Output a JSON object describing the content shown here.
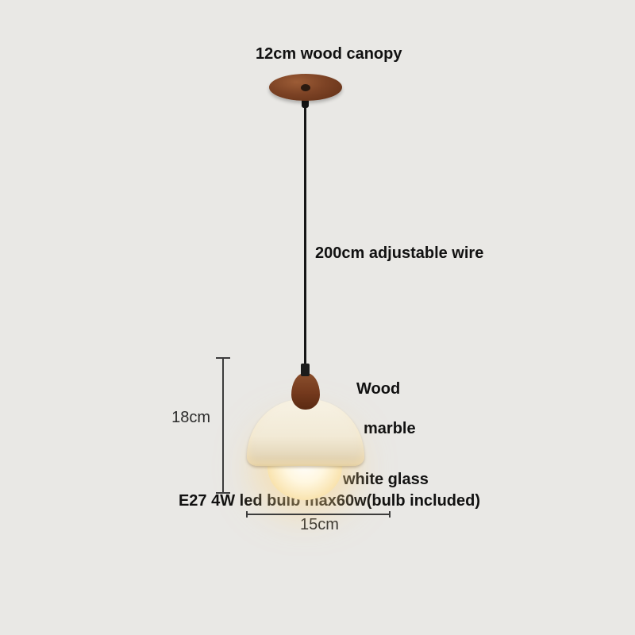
{
  "product": {
    "type": "pendant-lamp-spec-diagram"
  },
  "labels": {
    "canopy": "12cm wood canopy",
    "wire": "200cm adjustable wire",
    "wood": "Wood",
    "marble": "marble",
    "glass": "white glass",
    "bulb": "E27 4W led bulb max60w(bulb included)",
    "height": "18cm",
    "width": "15cm"
  },
  "colors": {
    "background": "#e9e8e5",
    "wood": "#74391d",
    "wood_highlight": "#9c5c36",
    "shade": "#f2ead6",
    "shade_rim": "#cbb88f",
    "glass_glow": "#ffd88c",
    "wire": "#161616",
    "text": "#111111",
    "dimension_line": "#3c3c3c"
  }
}
